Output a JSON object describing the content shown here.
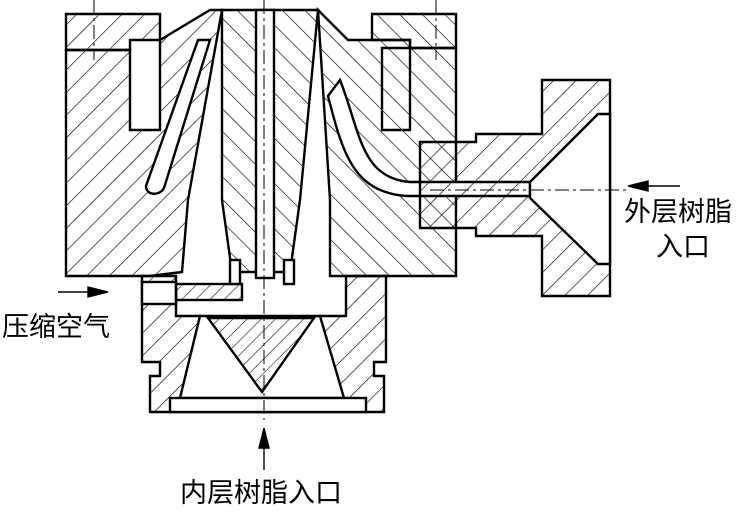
{
  "labels": {
    "outer_resin_inlet_line1": "外层树脂",
    "outer_resin_inlet_line2": "入口",
    "compressed_air": "压缩空气",
    "inner_resin_inlet": "内层树脂入口"
  },
  "colors": {
    "line": "#000000",
    "background": "#ffffff"
  }
}
